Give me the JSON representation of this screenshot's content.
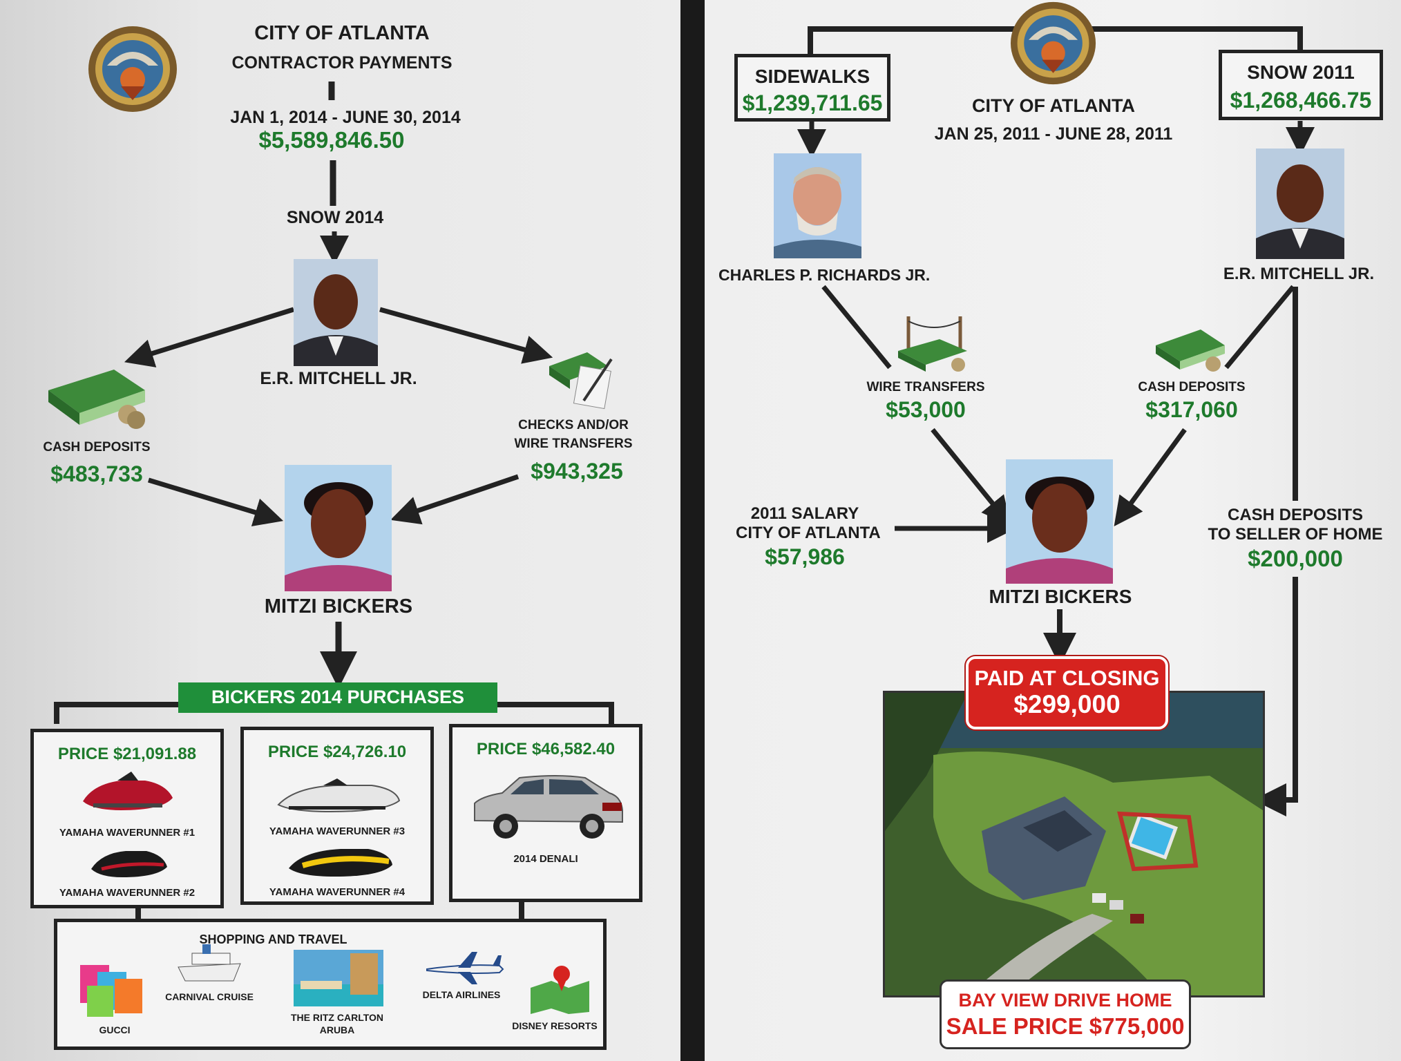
{
  "left": {
    "title_line1": "CITY OF ATLANTA",
    "title_line2": "CONTRACTOR PAYMENTS",
    "period": "JAN 1, 2014  -  JUNE 30, 2014",
    "total": "$5,589,846.50",
    "snow_label": "SNOW 2014",
    "mitchell_name": "E.R. MITCHELL JR.",
    "cash_label": "CASH DEPOSITS",
    "cash_amount": "$483,733",
    "checks_label_1": "CHECKS AND/OR",
    "checks_label_2": "WIRE TRANSFERS",
    "checks_amount": "$943,325",
    "bickers_name": "MITZI BICKERS",
    "purchases_header": "BICKERS 2014 PURCHASES",
    "purchases": [
      {
        "price": "PRICE $21,091.88",
        "item1": "YAMAHA WAVERUNNER #1",
        "item2": "YAMAHA WAVERUNNER #2"
      },
      {
        "price": "PRICE $24,726.10",
        "item1": "YAMAHA WAVERUNNER #3",
        "item2": "YAMAHA WAVERUNNER #4"
      },
      {
        "price": "PRICE $46,582.40",
        "item1": "2014 DENALI"
      }
    ],
    "shopping": {
      "header": "SHOPPING AND TRAVEL",
      "gucci": "GUCCI",
      "carnival": "CARNIVAL CRUISE",
      "ritz_1": "THE RITZ CARLTON",
      "ritz_2": "ARUBA",
      "delta": "DELTA AIRLINES",
      "disney": "DISNEY RESORTS"
    }
  },
  "right": {
    "sidewalks_label": "SIDEWALKS",
    "sidewalks_amount": "$1,239,711.65",
    "snow_label": "SNOW 2011",
    "snow_amount": "$1,268,466.75",
    "title": "CITY OF ATLANTA",
    "period": "JAN 25, 2011  -  JUNE 28, 2011",
    "richards_name": "CHARLES P. RICHARDS JR.",
    "mitchell_name": "E.R. MITCHELL JR.",
    "wire_label": "WIRE TRANSFERS",
    "wire_amount": "$53,000",
    "cash_label": "CASH DEPOSITS",
    "cash_amount": "$317,060",
    "salary_line1": "2011 SALARY",
    "salary_line2": "CITY OF ATLANTA",
    "salary_amount": "$57,986",
    "seller_line1": "CASH DEPOSITS",
    "seller_line2": "TO SELLER OF HOME",
    "seller_amount": "$200,000",
    "bickers_name": "MITZI BICKERS",
    "paid_line1": "PAID AT CLOSING",
    "paid_line2": "$299,000",
    "home_line1": "BAY VIEW DRIVE HOME",
    "home_line2": "SALE PRICE $775,000"
  },
  "colors": {
    "money_green": "#1e7a2c",
    "header_green": "#1f8f3a",
    "alert_red": "#d6231f",
    "line": "#222222"
  },
  "icons": [
    "atlanta-seal-icon",
    "cash-stack-icon",
    "check-pen-icon",
    "wire-transfer-icon",
    "jet-ski-icon",
    "suv-icon",
    "shopping-bags-icon",
    "cruise-ship-icon",
    "airplane-icon",
    "map-pin-icon"
  ]
}
